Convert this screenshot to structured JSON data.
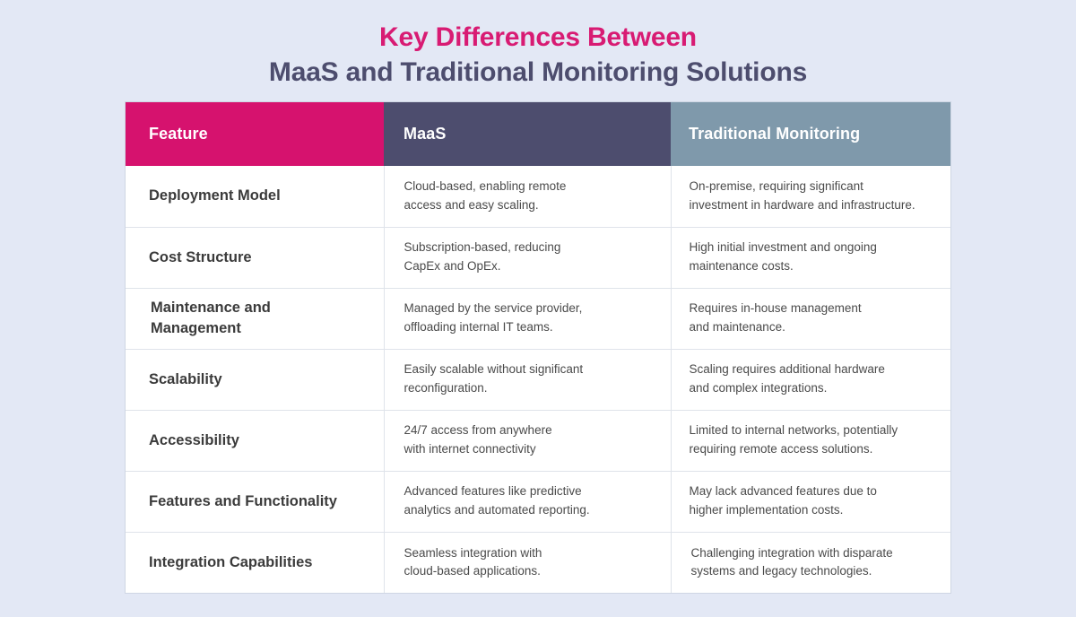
{
  "page": {
    "background_color": "#e3e8f5"
  },
  "title": {
    "line1": "Key Differences Between",
    "line2": "MaaS and Traditional Monitoring Solutions",
    "line1_color": "#d81b73",
    "line2_color": "#4d4d6e"
  },
  "table": {
    "headers": [
      {
        "label": "Feature",
        "bg": "#d6126e"
      },
      {
        "label": "MaaS",
        "bg": "#4d4d6e"
      },
      {
        "label": "Traditional Monitoring",
        "bg": "#7f99ab"
      }
    ],
    "rows": [
      {
        "feature": "Deployment Model",
        "maas": "Cloud-based, enabling remote\naccess and easy scaling.",
        "traditional": "On-premise, requiring significant\ninvestment in hardware and infrastructure."
      },
      {
        "feature": "Cost Structure",
        "maas": "Subscription-based, reducing\nCapEx and OpEx.",
        "traditional": "High initial investment and ongoing\nmaintenance costs."
      },
      {
        "feature": "Maintenance and\nManagement",
        "maas": "Managed by the service provider,\noffloading internal IT teams.",
        "traditional": "Requires in-house management\nand maintenance."
      },
      {
        "feature": "Scalability",
        "maas": "Easily scalable without significant\nreconfiguration.",
        "traditional": "Scaling requires additional hardware\nand complex integrations."
      },
      {
        "feature": "Accessibility",
        "maas": "24/7 access from anywhere\nwith internet connectivity",
        "traditional": "Limited to internal networks, potentially\nrequiring remote access solutions."
      },
      {
        "feature": "Features and Functionality",
        "maas": "Advanced features like predictive\nanalytics and automated reporting.",
        "traditional": "May lack advanced features due to\nhigher implementation costs."
      },
      {
        "feature": "Integration Capabilities",
        "maas": "Seamless integration with\ncloud-based applications.",
        "traditional": "Challenging integration with disparate\nsystems and legacy technologies."
      }
    ]
  }
}
